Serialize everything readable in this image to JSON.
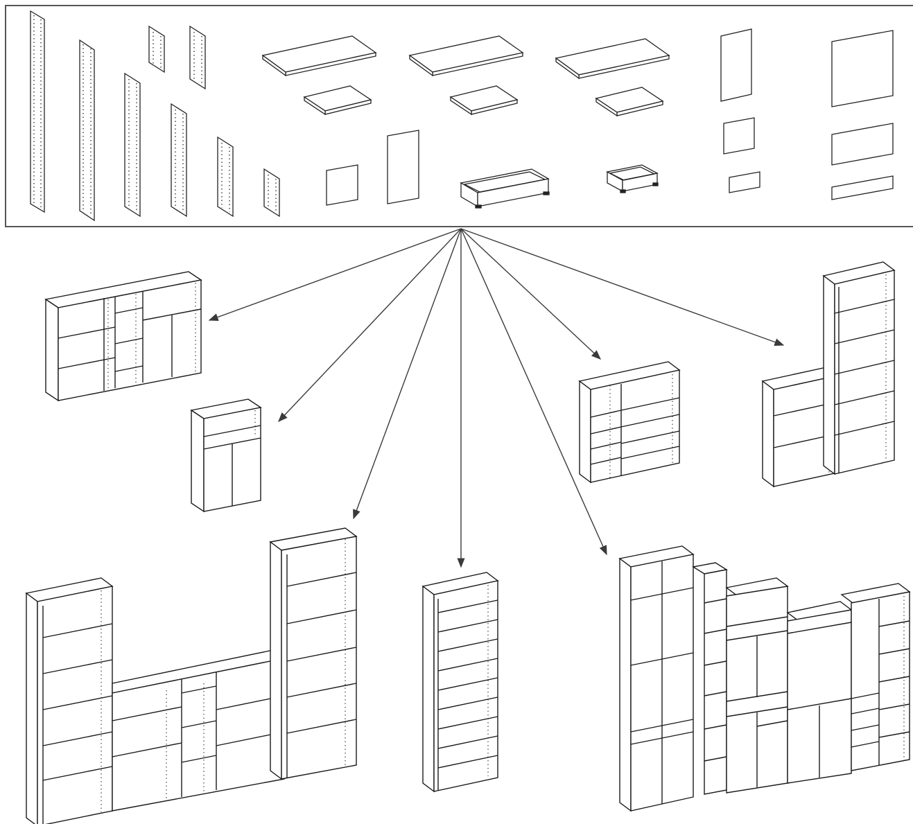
{
  "diagram": {
    "parts_panel": {
      "parts": [
        {
          "kind": "side-panel-tall"
        },
        {
          "kind": "side-panel-tall"
        },
        {
          "kind": "side-panel-short"
        },
        {
          "kind": "side-panel-short"
        },
        {
          "kind": "side-panel-medium"
        },
        {
          "kind": "side-panel-medium"
        },
        {
          "kind": "side-panel-short"
        },
        {
          "kind": "side-panel-short"
        },
        {
          "kind": "shelf-board-wide"
        },
        {
          "kind": "shelf-board-wide"
        },
        {
          "kind": "shelf-board-wide"
        },
        {
          "kind": "shelf-board-small"
        },
        {
          "kind": "shelf-board-small"
        },
        {
          "kind": "shelf-board-small"
        },
        {
          "kind": "door-panel-square"
        },
        {
          "kind": "door-panel-tall"
        },
        {
          "kind": "drawer-wide"
        },
        {
          "kind": "drawer-small"
        },
        {
          "kind": "back-panel-tall"
        },
        {
          "kind": "back-panel-large"
        },
        {
          "kind": "back-panel-small"
        },
        {
          "kind": "back-panel-wide"
        },
        {
          "kind": "back-panel-strip"
        },
        {
          "kind": "back-panel-strip-long"
        }
      ]
    },
    "assemblies": [
      {
        "kind": "sideboard-with-doors"
      },
      {
        "kind": "cabinet-with-doors"
      },
      {
        "kind": "u-shaped-bookcase-wall"
      },
      {
        "kind": "tall-bookcase"
      },
      {
        "kind": "wall-unit-with-doors"
      },
      {
        "kind": "drawer-unit"
      },
      {
        "kind": "step-bookcase"
      }
    ],
    "stroke_color": "#1a1a1a",
    "arrow_color": "#3a3a3a"
  }
}
